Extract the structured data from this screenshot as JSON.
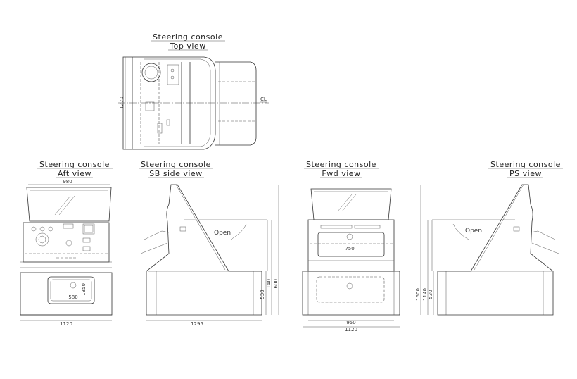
{
  "views": {
    "top": {
      "title": "Steering console",
      "subtitle": "Top view"
    },
    "aft": {
      "title": "Steering console",
      "subtitle": "Aft view"
    },
    "sb": {
      "title": "Steering console",
      "subtitle": "SB side view"
    },
    "fwd": {
      "title": "Steering console",
      "subtitle": "Fwd view"
    },
    "ps": {
      "title": "Steering console",
      "subtitle": "PS view"
    }
  },
  "labels": {
    "centerline": "CL",
    "open_sb": "Open",
    "open_ps": "Open"
  },
  "dimensions": {
    "top_depth": "1270",
    "aft_top_width": "980",
    "aft_bottom_width": "1120",
    "aft_panel_height": "1350",
    "aft_panel_width": "580",
    "sb_depth": "1295",
    "sb_h1": "530",
    "sb_h2": "1140",
    "sb_h3": "1600",
    "fwd_window": "750",
    "fwd_base_inner": "950",
    "fwd_base_outer": "1120",
    "ps_h1": "1600",
    "ps_h2": "1140",
    "ps_h3": "530"
  }
}
